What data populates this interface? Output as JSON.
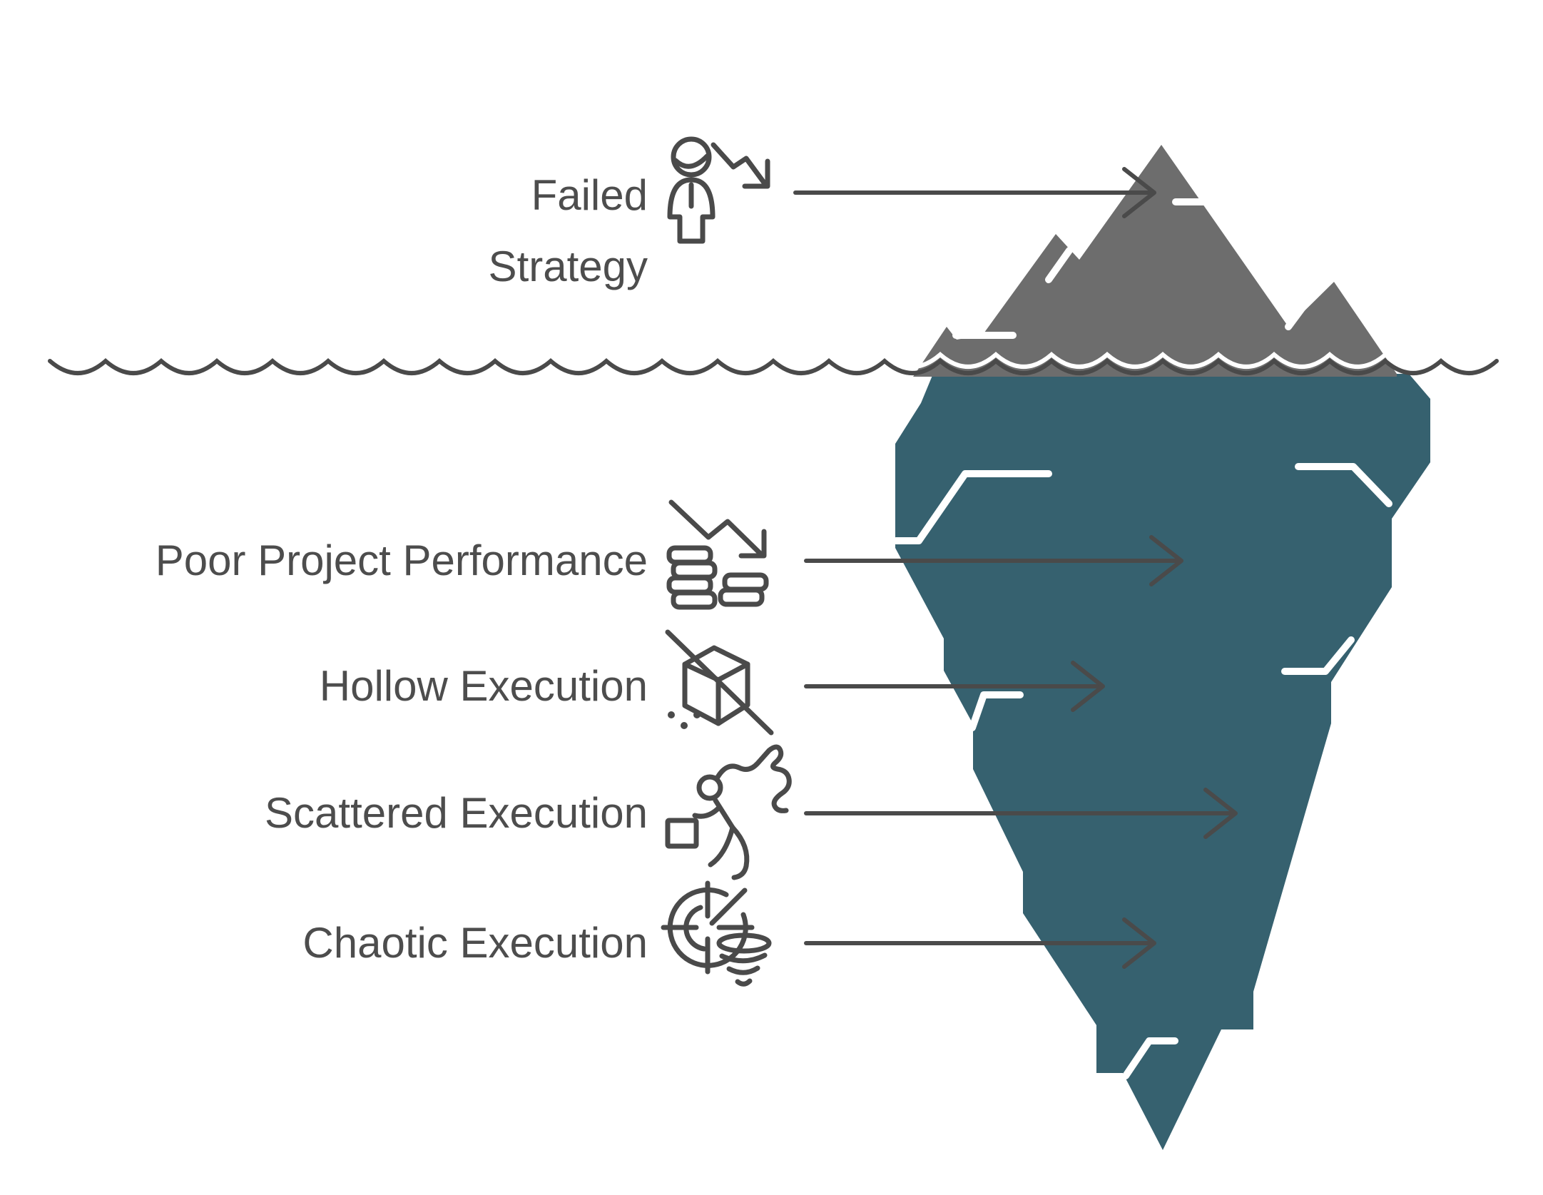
{
  "diagram": {
    "type": "iceberg",
    "description": "Iceberg model: visible failure above the waterline, hidden execution causes below"
  },
  "colors": {
    "background": "#ffffff",
    "above": "#6D6D6D",
    "below": "#36616F",
    "stroke": "#4A4A4A",
    "text": "#4D4D4D",
    "accent": "#ffffff"
  },
  "labels": {
    "failed": {
      "line1": "Failed",
      "line2": "Strategy",
      "icon": "person-decline-icon",
      "position": "above-water"
    },
    "poor": {
      "text": "Poor Project Performance",
      "icon": "declining-coins-icon",
      "position": "below-water"
    },
    "hollow": {
      "text": "Hollow Execution",
      "icon": "slashed-box-icon",
      "position": "below-water"
    },
    "scattered": {
      "text": "Scattered Execution",
      "icon": "running-person-icon",
      "position": "below-water"
    },
    "chaotic": {
      "text": "Chaotic Execution",
      "icon": "target-tornado-icon",
      "position": "below-water"
    }
  }
}
